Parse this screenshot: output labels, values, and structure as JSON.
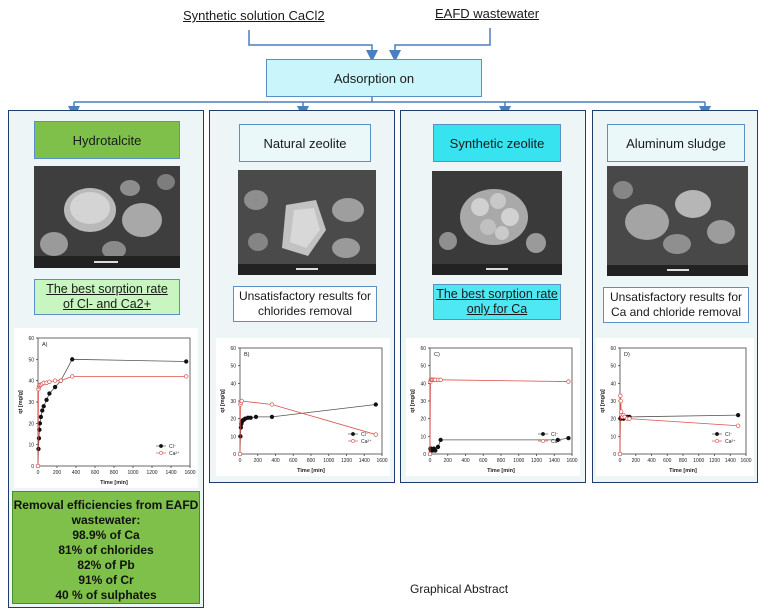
{
  "sources": {
    "left": "Synthetic solution CaCl2",
    "right": "EAFD wastewater"
  },
  "center": {
    "label": "Adsorption on",
    "fill": "#c9f5fb"
  },
  "panels": [
    {
      "title": "Hydrotalcite",
      "title_color": "#7ec04a",
      "note_l1": "The best sorption rate",
      "note_l2": "of Cl- and Ca2+",
      "note_color": "#c9f5c0"
    },
    {
      "title": "Natural zeolite",
      "title_color": "#eaf8fa",
      "note_l1": "Unsatisfactory results for",
      "note_l2": "chlorides removal",
      "note_color": "#ffffff"
    },
    {
      "title": "Synthetic zeolite",
      "title_color": "#36e3ee",
      "note_l1": "The best sorption rate",
      "note_l2": "only for Ca",
      "note_color": "#4fe8f2"
    },
    {
      "title": "Aluminum sludge",
      "title_color": "#eaf8fa",
      "note_l1": "Unsatisfactory results for",
      "note_l2": "Ca and chloride removal",
      "note_color": "#ffffff"
    }
  ],
  "efficiencies": {
    "heading_l1": "Removal efficiencies from EAFD",
    "heading_l2": "wastewater:",
    "items": [
      "98.9% of Ca",
      "81% of chlorides",
      "82% of Pb",
      "91% of Cr",
      "40 % of sulphates"
    ]
  },
  "caption": "Graphical Abstract",
  "colors": {
    "cl": "#111111",
    "ca": "#d9534f",
    "panel_border": "#1f3d6b",
    "arrow": "#4a7fc0"
  },
  "chart_data": [
    {
      "type": "scatter",
      "panel_label": "A)",
      "xlabel": "Time [min]",
      "ylabel": "qt [mg/g]",
      "xlim": [
        0,
        1600
      ],
      "ylim": [
        0,
        60
      ],
      "xticks": [
        0,
        200,
        400,
        600,
        800,
        1000,
        1200,
        1400,
        1600
      ],
      "yticks": [
        0,
        10,
        20,
        30,
        40,
        50,
        60
      ],
      "legend": [
        "Cl⁻",
        "Ca²⁺"
      ],
      "series": [
        {
          "name": "Cl⁻",
          "x": [
            0,
            5,
            10,
            15,
            20,
            30,
            45,
            60,
            90,
            120,
            180,
            240,
            360,
            1560
          ],
          "y": [
            0,
            8,
            13,
            17,
            20,
            23,
            26,
            28,
            31,
            34,
            37,
            40,
            50,
            49
          ]
        },
        {
          "name": "Ca²⁺",
          "x": [
            0,
            5,
            10,
            15,
            20,
            30,
            45,
            60,
            90,
            120,
            180,
            240,
            360,
            1560
          ],
          "y": [
            0,
            36,
            37,
            37.5,
            38,
            38,
            38.5,
            39,
            39,
            39.5,
            40,
            40,
            42,
            42
          ]
        }
      ]
    },
    {
      "type": "scatter",
      "panel_label": "B)",
      "xlabel": "Time [min]",
      "ylabel": "qt [mg/g]",
      "xlim": [
        0,
        1600
      ],
      "ylim": [
        0,
        60
      ],
      "xticks": [
        0,
        200,
        400,
        600,
        800,
        1000,
        1200,
        1400,
        1600
      ],
      "yticks": [
        0,
        10,
        20,
        30,
        40,
        50,
        60
      ],
      "legend": [
        "Cl⁻",
        "Ca²⁺"
      ],
      "series": [
        {
          "name": "Cl⁻",
          "x": [
            0,
            5,
            10,
            15,
            20,
            30,
            45,
            60,
            90,
            120,
            180,
            360,
            1530
          ],
          "y": [
            0,
            10,
            15,
            17,
            18,
            19,
            19.5,
            20,
            20.5,
            20.5,
            21,
            21,
            28
          ]
        },
        {
          "name": "Ca²⁺",
          "x": [
            0,
            5,
            10,
            15,
            20,
            360,
            1530
          ],
          "y": [
            0,
            28,
            29,
            30,
            30,
            28,
            11
          ]
        }
      ]
    },
    {
      "type": "scatter",
      "panel_label": "C)",
      "xlabel": "Time [min]",
      "ylabel": "qt [mg/g]",
      "xlim": [
        0,
        1600
      ],
      "ylim": [
        0,
        60
      ],
      "xticks": [
        0,
        200,
        400,
        600,
        800,
        1000,
        1200,
        1400,
        1600
      ],
      "yticks": [
        0,
        10,
        20,
        30,
        40,
        50,
        60
      ],
      "legend": [
        "Cl⁻",
        "Ca²⁺"
      ],
      "series": [
        {
          "name": "Cl⁻",
          "x": [
            0,
            5,
            10,
            15,
            20,
            30,
            45,
            60,
            90,
            120,
            1440,
            1560
          ],
          "y": [
            0,
            3,
            2,
            3,
            2,
            2,
            3,
            2,
            4,
            8,
            8,
            9
          ]
        },
        {
          "name": "Ca²⁺",
          "x": [
            0,
            5,
            10,
            15,
            20,
            30,
            45,
            60,
            90,
            120,
            1560
          ],
          "y": [
            0,
            41,
            42,
            42,
            42,
            42,
            42,
            42,
            42,
            42,
            41
          ]
        }
      ]
    },
    {
      "type": "scatter",
      "panel_label": "D)",
      "xlabel": "Time [min]",
      "ylabel": "qt [mg/g]",
      "xlim": [
        0,
        1600
      ],
      "ylim": [
        0,
        60
      ],
      "xticks": [
        0,
        200,
        400,
        600,
        800,
        1000,
        1200,
        1400,
        1600
      ],
      "yticks": [
        0,
        10,
        20,
        30,
        40,
        50,
        60
      ],
      "legend": [
        "Cl⁻",
        "Ca²⁺"
      ],
      "series": [
        {
          "name": "Cl⁻",
          "x": [
            0,
            5,
            10,
            15,
            20,
            30,
            45,
            60,
            90,
            120,
            1500
          ],
          "y": [
            0,
            20,
            20,
            21,
            22,
            21,
            20,
            21,
            21,
            21,
            22
          ]
        },
        {
          "name": "Ca²⁺",
          "x": [
            0,
            5,
            10,
            15,
            20,
            30,
            45,
            60,
            90,
            120,
            1500
          ],
          "y": [
            0,
            33,
            30,
            24,
            22,
            21,
            22,
            21,
            20,
            20,
            16
          ]
        }
      ]
    }
  ]
}
